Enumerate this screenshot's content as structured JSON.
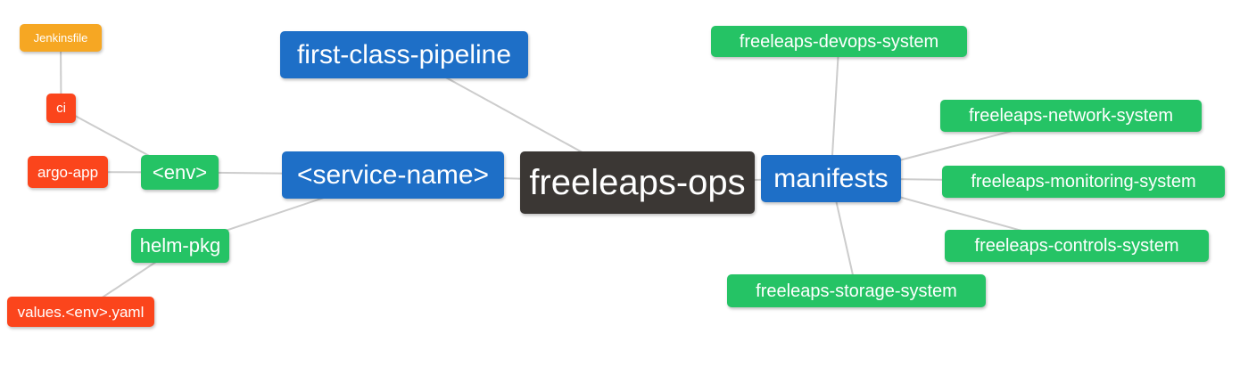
{
  "diagram": {
    "type": "mindmap",
    "root_label": "freeleaps-ops"
  },
  "palette": {
    "branch_blue": "#1e6fc7",
    "leaf_green": "#25c365",
    "leaf_red": "#fb451c",
    "leaf_orange": "#f6a723",
    "root_dark": "#3b3734",
    "edge_gray": "#cccccc",
    "node_text": "#ffffff"
  },
  "nodes": {
    "root": {
      "label": "freeleaps-ops"
    },
    "pipeline": {
      "label": "first-class-pipeline"
    },
    "service": {
      "label": "<service-name>"
    },
    "manifests": {
      "label": "manifests"
    },
    "env": {
      "label": "<env>"
    },
    "helm_pkg": {
      "label": "helm-pkg"
    },
    "ci": {
      "label": "ci"
    },
    "argo_app": {
      "label": "argo-app"
    },
    "jenkinsfile": {
      "label": "Jenkinsfile"
    },
    "values": {
      "label": "values.<env>.yaml"
    },
    "devops": {
      "label": "freeleaps-devops-system"
    },
    "network": {
      "label": "freeleaps-network-system"
    },
    "monitoring": {
      "label": "freeleaps-monitoring-system"
    },
    "controls": {
      "label": "freeleaps-controls-system"
    },
    "storage": {
      "label": "freeleaps-storage-system"
    }
  },
  "edges": [
    {
      "from": "freeleaps-ops",
      "to": "first-class-pipeline"
    },
    {
      "from": "freeleaps-ops",
      "to": "<service-name>"
    },
    {
      "from": "freeleaps-ops",
      "to": "manifests"
    },
    {
      "from": "<service-name>",
      "to": "<env>"
    },
    {
      "from": "<service-name>",
      "to": "helm-pkg"
    },
    {
      "from": "<env>",
      "to": "ci"
    },
    {
      "from": "<env>",
      "to": "argo-app"
    },
    {
      "from": "ci",
      "to": "Jenkinsfile"
    },
    {
      "from": "helm-pkg",
      "to": "values.<env>.yaml"
    },
    {
      "from": "manifests",
      "to": "freeleaps-devops-system"
    },
    {
      "from": "manifests",
      "to": "freeleaps-network-system"
    },
    {
      "from": "manifests",
      "to": "freeleaps-monitoring-system"
    },
    {
      "from": "manifests",
      "to": "freeleaps-controls-system"
    },
    {
      "from": "manifests",
      "to": "freeleaps-storage-system"
    }
  ]
}
